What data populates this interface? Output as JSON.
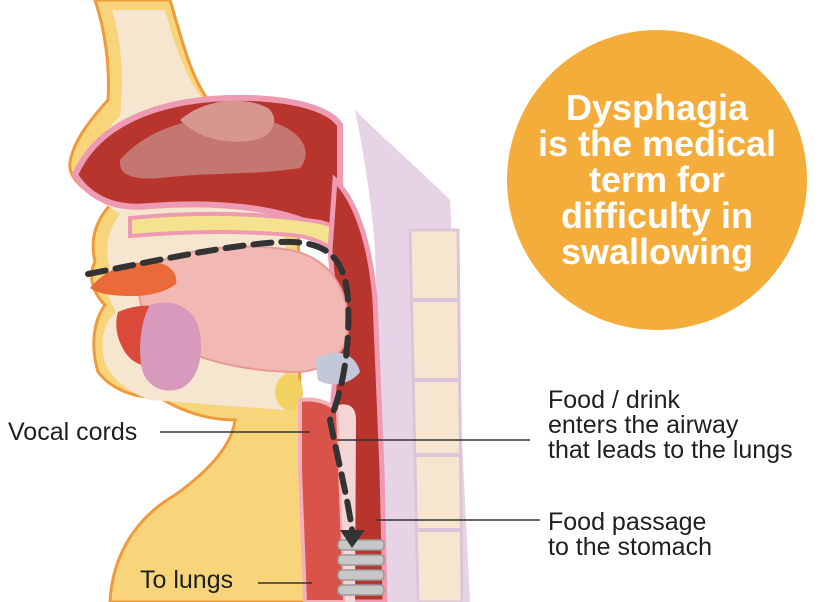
{
  "callout": {
    "lines": [
      "Dysphagia",
      "is the medical",
      "term for",
      "difficulty in",
      "swallowing"
    ],
    "color": "#f4ac3a"
  },
  "labels": {
    "vocal_cords": "Vocal cords",
    "to_lungs": "To lungs",
    "airway": [
      "Food / drink",
      "enters the airway",
      "that leads to the lungs"
    ],
    "food_passage": [
      "Food passage",
      "to the stomach"
    ]
  },
  "colors": {
    "skin": "#f8d57a",
    "flesh": "#f7e6cf",
    "muscle": "#b8352e",
    "tongue": "#f2b8b4",
    "nasal": "#c84a52",
    "spine": "#e7d3e6",
    "path": "#333333"
  }
}
